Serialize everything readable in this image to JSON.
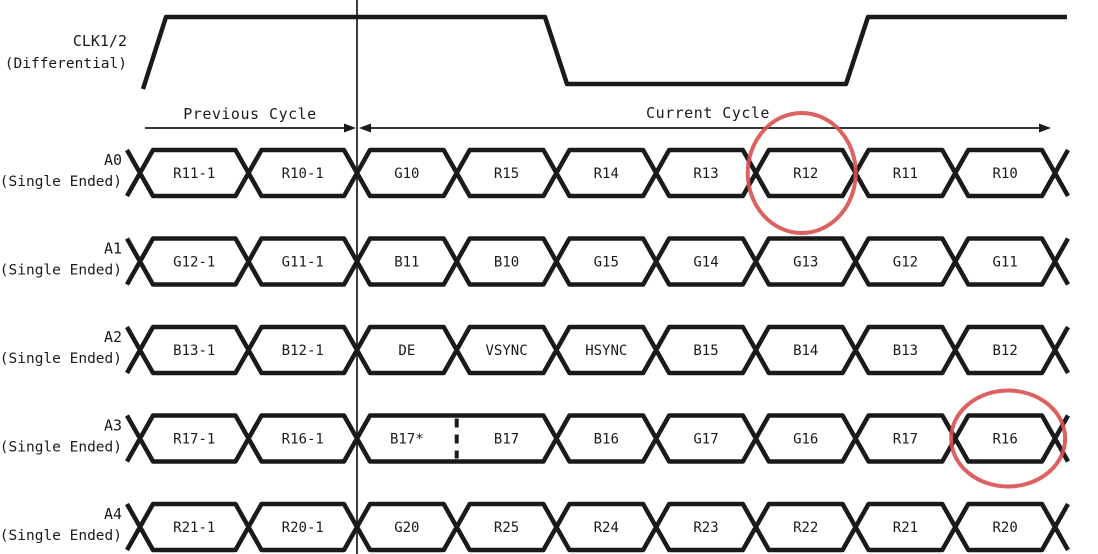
{
  "clock": {
    "label": "CLK1/2",
    "sublabel": "(Differential)"
  },
  "cycles": {
    "previous": "Previous Cycle",
    "current": "Current Cycle"
  },
  "signals": [
    {
      "label": "A0",
      "sublabel": "(Single Ended)",
      "cells": [
        {
          "text": "R11-1"
        },
        {
          "text": "R10-1"
        },
        {
          "text": "G10"
        },
        {
          "text": "R15"
        },
        {
          "text": "R14"
        },
        {
          "text": "R13"
        },
        {
          "text": "R12"
        },
        {
          "text": "R11"
        },
        {
          "text": "R10"
        }
      ]
    },
    {
      "label": "A1",
      "sublabel": "(Single Ended)",
      "cells": [
        {
          "text": "G12-1"
        },
        {
          "text": "G11-1"
        },
        {
          "text": "B11"
        },
        {
          "text": "B10"
        },
        {
          "text": "G15"
        },
        {
          "text": "G14"
        },
        {
          "text": "G13"
        },
        {
          "text": "G12"
        },
        {
          "text": "G11"
        }
      ]
    },
    {
      "label": "A2",
      "sublabel": "(Single Ended)",
      "cells": [
        {
          "text": "B13-1"
        },
        {
          "text": "B12-1"
        },
        {
          "text": "DE"
        },
        {
          "text": "VSYNC"
        },
        {
          "text": "HSYNC"
        },
        {
          "text": "B15"
        },
        {
          "text": "B14"
        },
        {
          "text": "B13"
        },
        {
          "text": "B12"
        }
      ]
    },
    {
      "label": "A3",
      "sublabel": "(Single Ended)",
      "cells": [
        {
          "text": "R17-1"
        },
        {
          "text": "R16-1"
        },
        {
          "text": "B17*",
          "text2": "B17",
          "span": 2,
          "dashed_divider": true
        },
        {
          "text": "B16"
        },
        {
          "text": "G17"
        },
        {
          "text": "G16"
        },
        {
          "text": "R17"
        },
        {
          "text": "R16"
        }
      ]
    },
    {
      "label": "A4",
      "sublabel": "(Single Ended)",
      "cells": [
        {
          "text": "R21-1"
        },
        {
          "text": "R20-1"
        },
        {
          "text": "G20"
        },
        {
          "text": "R25"
        },
        {
          "text": "R24"
        },
        {
          "text": "R23"
        },
        {
          "text": "R22"
        },
        {
          "text": "R21"
        },
        {
          "text": "R20"
        }
      ]
    }
  ],
  "highlights": [
    {
      "signal": "A0",
      "cell": "R12"
    },
    {
      "signal": "A3",
      "cell": "R16"
    }
  ],
  "colors": {
    "line": "#1a1a1a",
    "reference_line": "#2a2a2a",
    "highlight": "#d9504c"
  }
}
